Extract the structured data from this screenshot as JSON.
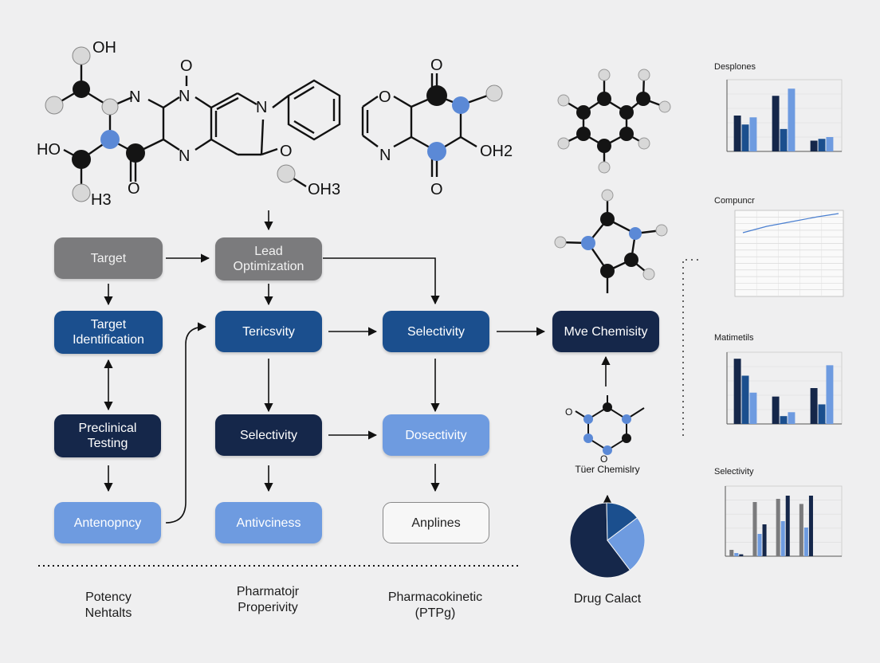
{
  "colors": {
    "navy": "#15274a",
    "blue": "#1b4f8e",
    "light": "#6e9be0",
    "gray": "#7b7b7d",
    "atom_black": "#161616",
    "atom_blue": "#5b89d6",
    "atom_white": "#d9d9d9"
  },
  "molecules": {
    "m1": {
      "oh_top": "OH",
      "n_left": "N",
      "o_top": "O",
      "n_top": "N",
      "ho_left": "HO",
      "o_bottom": "O",
      "n_bottom": "N",
      "h3": "H3",
      "n_right": "N",
      "o_right": "O",
      "oh3": "OH3"
    },
    "m2": {
      "o_ring": "O",
      "o_top": "O",
      "n_ring": "N",
      "oh2": "OH2",
      "o_bottom": "O"
    }
  },
  "flow": {
    "target": "Target",
    "lead_optimization": "Lead\nOptimization",
    "target_identification": "Target\nIdentification",
    "tericsvity": "Tericsvity",
    "selectivity_1": "Selectivity",
    "mve_chemisity": "Mve Chemisity",
    "preclinical_testing": "Preclinical\nTesting",
    "selectivity_2": "Selectivity",
    "dosectivity": "Dosectivity",
    "antenopncy": "Antenopncy",
    "antivciness": "Antivciness",
    "anplines": "Anplines"
  },
  "tuer_chemistry": {
    "label": "Tüer Chemislry",
    "o_left": "O",
    "o_right": "O"
  },
  "bottom_labels": {
    "potency": "Potency\nNehtalts",
    "pharmatojr": "Pharmatojr\nProperivity",
    "pharmacokinetic": "Pharmacokinetic\n(PTPg)",
    "drug_calact": "Drug Calact"
  },
  "panels": {
    "desplones": "Desplones",
    "compuncr": "Compuncr",
    "matimetils": "Matimetils",
    "selectivity": "Selectivity"
  },
  "chart_data": [
    {
      "type": "bar",
      "title": "Desplones",
      "categories": [
        "",
        "",
        ""
      ],
      "series": [
        {
          "values": [
            40,
            62,
            12
          ]
        },
        {
          "values": [
            30,
            25,
            14
          ]
        },
        {
          "values": [
            38,
            70,
            16
          ]
        }
      ]
    },
    {
      "type": "table",
      "title": "Compuncr",
      "rows": 13,
      "columns": 5
    },
    {
      "type": "bar",
      "title": "Matimetils",
      "categories": [
        "",
        "",
        ""
      ],
      "series": [
        {
          "values": [
            100,
            42,
            55
          ]
        },
        {
          "values": [
            74,
            12,
            30
          ]
        },
        {
          "values": [
            48,
            18,
            90
          ]
        }
      ]
    },
    {
      "type": "bar",
      "title": "Selectivity",
      "categories": [
        "",
        "",
        "",
        "",
        ""
      ],
      "series": [
        {
          "values": [
            10,
            85,
            90,
            82,
            0
          ]
        },
        {
          "values": [
            5,
            35,
            55,
            45,
            0
          ]
        },
        {
          "values": [
            3,
            50,
            95,
            95,
            0
          ]
        }
      ]
    },
    {
      "type": "pie",
      "slices": [
        {
          "value": 60
        },
        {
          "value": 25
        },
        {
          "value": 15
        }
      ]
    }
  ]
}
